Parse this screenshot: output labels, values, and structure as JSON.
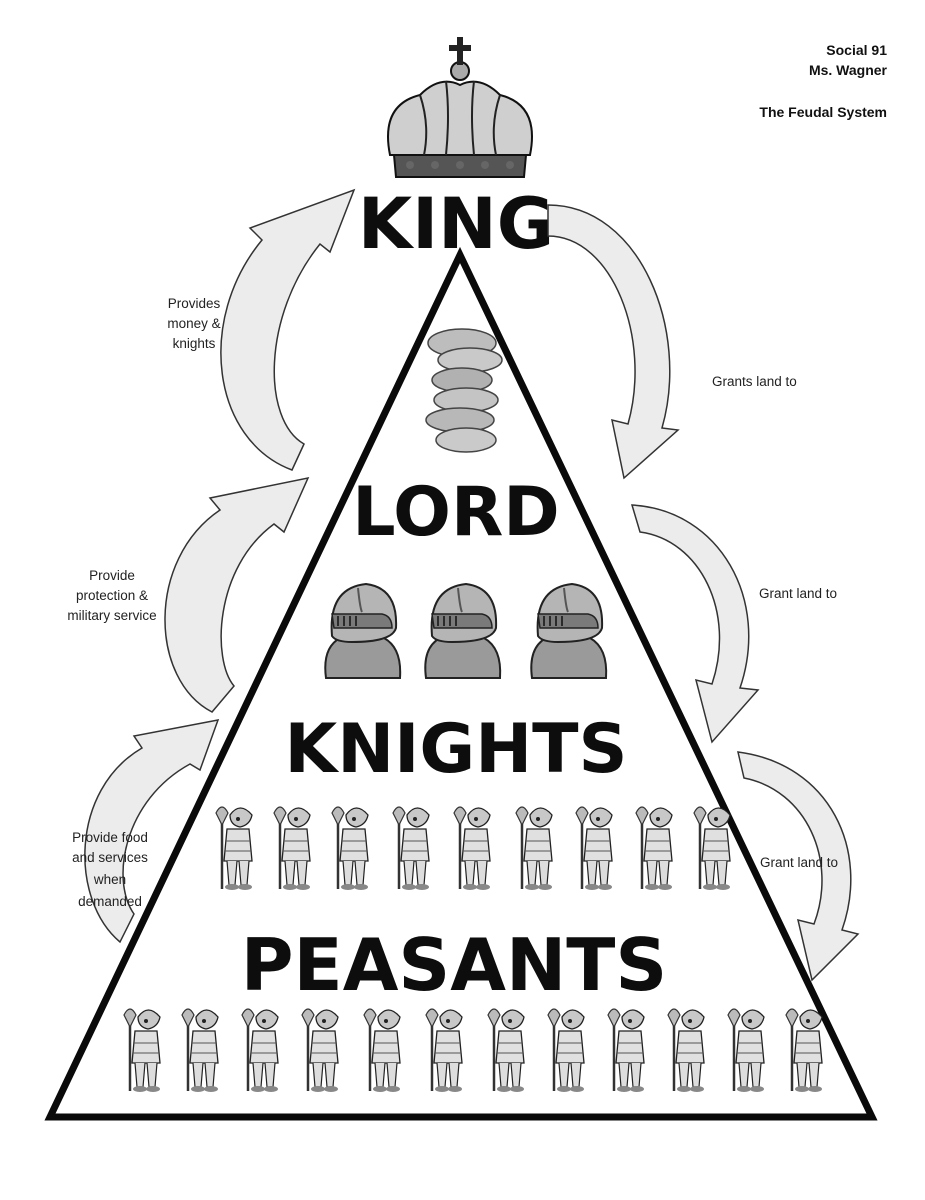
{
  "header": {
    "course": "Social 91",
    "teacher": "Ms. Wagner",
    "title": "The Feudal System"
  },
  "levels": {
    "king": "KING",
    "lord": "LORD",
    "knights": "KNIGHTS",
    "peasants": "PEASANTS"
  },
  "right_arrows": [
    {
      "text": "Grants land to"
    },
    {
      "text": "Grant land to"
    },
    {
      "text": "Grant land to"
    }
  ],
  "left_arrows": [
    {
      "lines": [
        "Provides",
        "money &",
        "knights"
      ]
    },
    {
      "lines": [
        "Provide",
        "protection &",
        "military service"
      ]
    },
    {
      "lines": [
        "Provide food",
        "and services",
        "when",
        "demanded"
      ]
    }
  ],
  "icons": [
    "crown-icon",
    "coin-stack-icon",
    "knight-helmet-icon",
    "peasant-icon",
    "curved-arrow-icon"
  ]
}
